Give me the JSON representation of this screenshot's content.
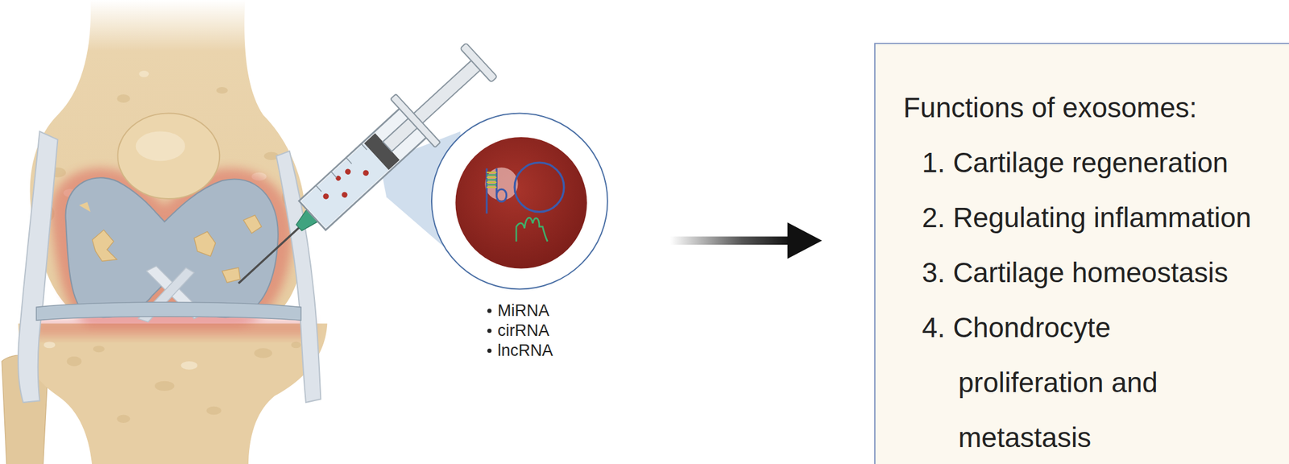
{
  "diagram": {
    "nodes": [
      {
        "text": [
          "Functions of exosomes:",
          "1. Cartilage regeneration",
          "2. Regulating inflammation",
          "3. Cartilage homeostasis",
          "4. Chondrocyte proliferation and metastasis"
        ]
      }
    ],
    "labels": [
      "MiRNA",
      "cirRNA",
      "lncRNA"
    ]
  }
}
